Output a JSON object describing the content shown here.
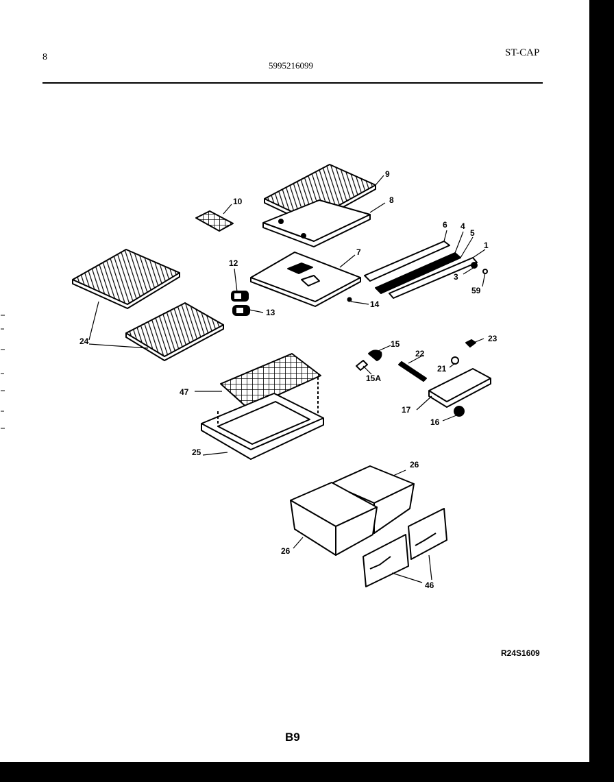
{
  "header": {
    "page_number": "8",
    "part_number": "5995216099",
    "model_code": "ST-CAP"
  },
  "footer": {
    "reference_code": "R24S1609",
    "page_code": "B9"
  },
  "callouts": [
    "1",
    "3",
    "4",
    "5",
    "6",
    "7",
    "8",
    "9",
    "10",
    "12",
    "13",
    "14",
    "15",
    "15A",
    "16",
    "17",
    "21",
    "22",
    "23",
    "24",
    "25",
    "26",
    "26",
    "46",
    "47",
    "59"
  ]
}
